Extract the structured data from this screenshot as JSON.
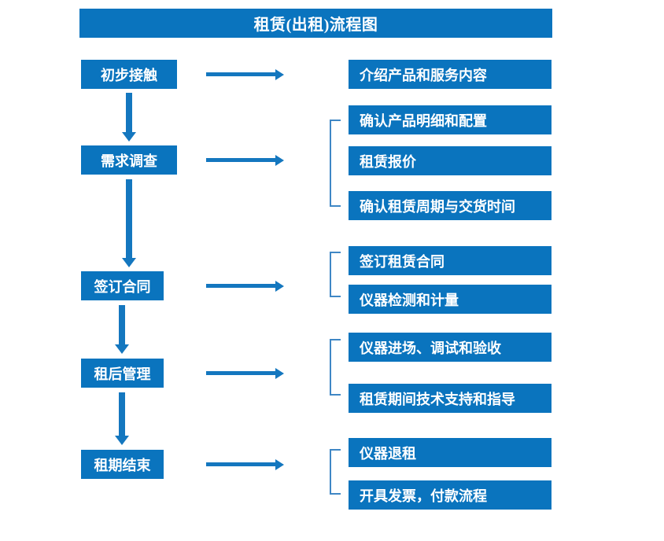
{
  "diagram": {
    "title": "租赁(出租)流程图",
    "colors": {
      "box_fill": "#0a74be",
      "box_text": "#ffffff",
      "arrow": "#1477bf",
      "bracket": "#3f87c5",
      "background": "#ffffff"
    },
    "stages": [
      {
        "id": "stage-1",
        "label": "初步接触"
      },
      {
        "id": "stage-2",
        "label": "需求调查"
      },
      {
        "id": "stage-3",
        "label": "签订合同"
      },
      {
        "id": "stage-4",
        "label": "租后管理"
      },
      {
        "id": "stage-5",
        "label": "租期结束"
      }
    ],
    "groups": [
      {
        "stage": "初步接触",
        "bracket": false,
        "details": [
          "介绍产品和服务内容"
        ]
      },
      {
        "stage": "需求调查",
        "bracket": true,
        "details": [
          "确认产品明细和配置",
          "租赁报价",
          "确认租赁周期与交货时间"
        ]
      },
      {
        "stage": "签订合同",
        "bracket": true,
        "details": [
          "签订租赁合同",
          "仪器检测和计量"
        ]
      },
      {
        "stage": "租后管理",
        "bracket": true,
        "details": [
          "仪器进场、调试和验收",
          "租赁期间技术支持和指导"
        ]
      },
      {
        "stage": "租期结束",
        "bracket": true,
        "details": [
          "仪器退租",
          "开具发票，付款流程"
        ]
      }
    ],
    "details_flat": [
      "介绍产品和服务内容",
      "确认产品明细和配置",
      "租赁报价",
      "确认租赁周期与交货时间",
      "签订租赁合同",
      "仪器检测和计量",
      "仪器进场、调试和验收",
      "租赁期间技术支持和指导",
      "仪器退租",
      "开具发票，付款流程"
    ]
  }
}
